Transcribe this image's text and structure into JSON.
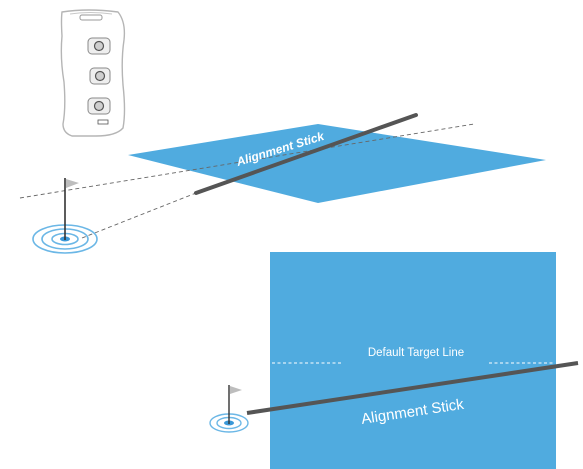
{
  "diagram": {
    "top_view": {
      "stick_label": "Alignment Stick"
    },
    "bottom_view": {
      "target_line_label": "Default Target Line",
      "stick_label": "Alignment Stick"
    },
    "colors": {
      "mat_blue": "#50ABDF",
      "stick_gray": "#555555",
      "ring_blue": "#6BB7E6",
      "flag_gray": "#BDBDBD",
      "device_outline": "#B5B5B5"
    },
    "icons": [
      "launch-monitor-device-icon",
      "flag-icon",
      "target-rings-icon"
    ]
  }
}
